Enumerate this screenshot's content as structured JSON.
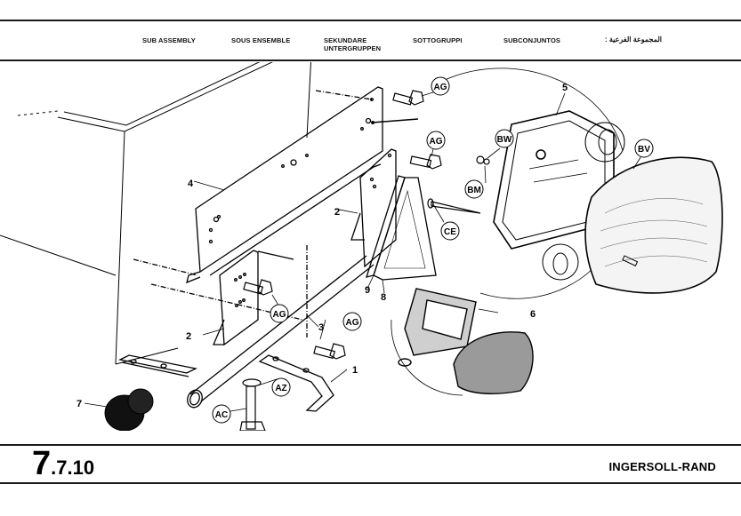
{
  "header": {
    "labels": [
      "SUB ASSEMBLY",
      "SOUS ENSEMBLE",
      "SEKUNDARE UNTERGRUPPEN",
      "SOTTOGRUPPI",
      "SUBCONJUNTOS",
      "المجموعة الفرعية :"
    ],
    "sekundare_line1": "SEKUNDARE",
    "sekundare_line2": "UNTERGRUPPEN"
  },
  "diagram": {
    "title": "Exploded view – lamp mounting sub assembly",
    "part_numbers": [
      "1",
      "2",
      "2",
      "3",
      "4",
      "5",
      "6",
      "7",
      "8",
      "9"
    ],
    "callouts": [
      "AG",
      "AG",
      "AG",
      "AG",
      "BW",
      "BM",
      "BV",
      "CE",
      "AZ",
      "AC"
    ]
  },
  "footer": {
    "section_major": "7",
    "section_minor": ".7.10",
    "brand": "INGERSOLL-RAND"
  }
}
